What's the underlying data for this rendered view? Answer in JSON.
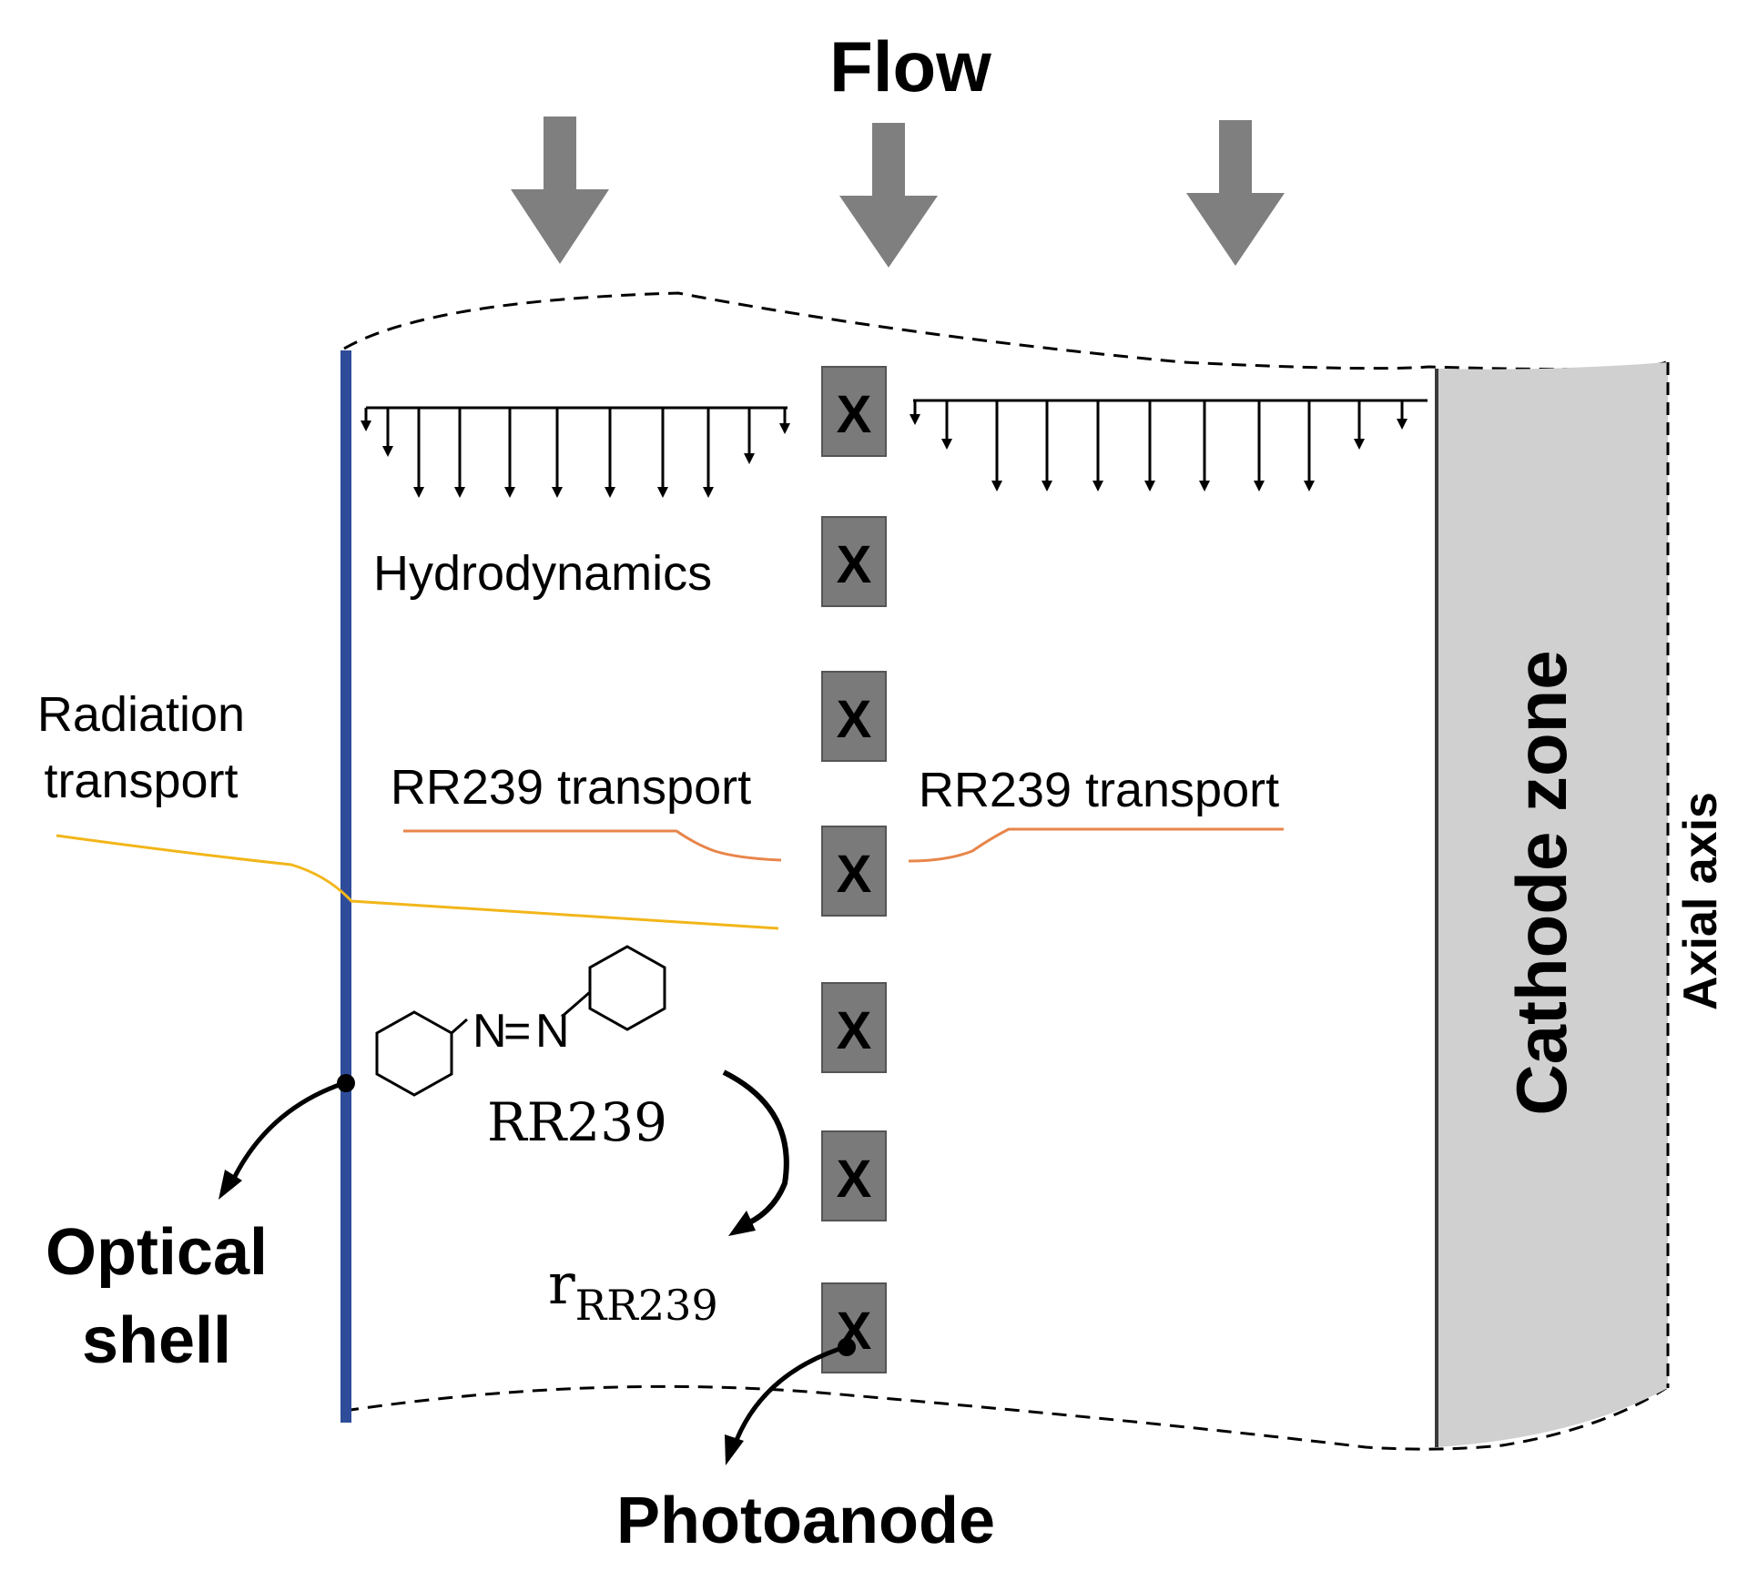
{
  "labels": {
    "flow": "Flow",
    "hydrodynamics": "Hydrodynamics",
    "radiation_line1": "Radiation",
    "radiation_line2": "transport",
    "rr239_transport_left": "RR239 transport",
    "rr239_transport_right": "RR239 transport",
    "cathode_zone": "Cathode zone",
    "axial_axis": "Axial axis",
    "optical_line1": "Optical",
    "optical_line2": "shell",
    "photoanode": "Photoanode",
    "species": "RR239",
    "rate_main": "r",
    "rate_sub": "RR239",
    "azo_n1": "N",
    "azo_eq": "=",
    "azo_n2": "N"
  },
  "photoanode_marks": [
    "X",
    "X",
    "X",
    "X",
    "X",
    "X",
    "X"
  ],
  "colors": {
    "optical_shell": "#2e4c9a",
    "radiation_line": "#f2b61a",
    "rr239_line": "#e8854a",
    "flow_arrow": "#7f7f7f",
    "x_box_fill": "#7a7a7a",
    "cathode_fill": "#d0d0d0"
  }
}
